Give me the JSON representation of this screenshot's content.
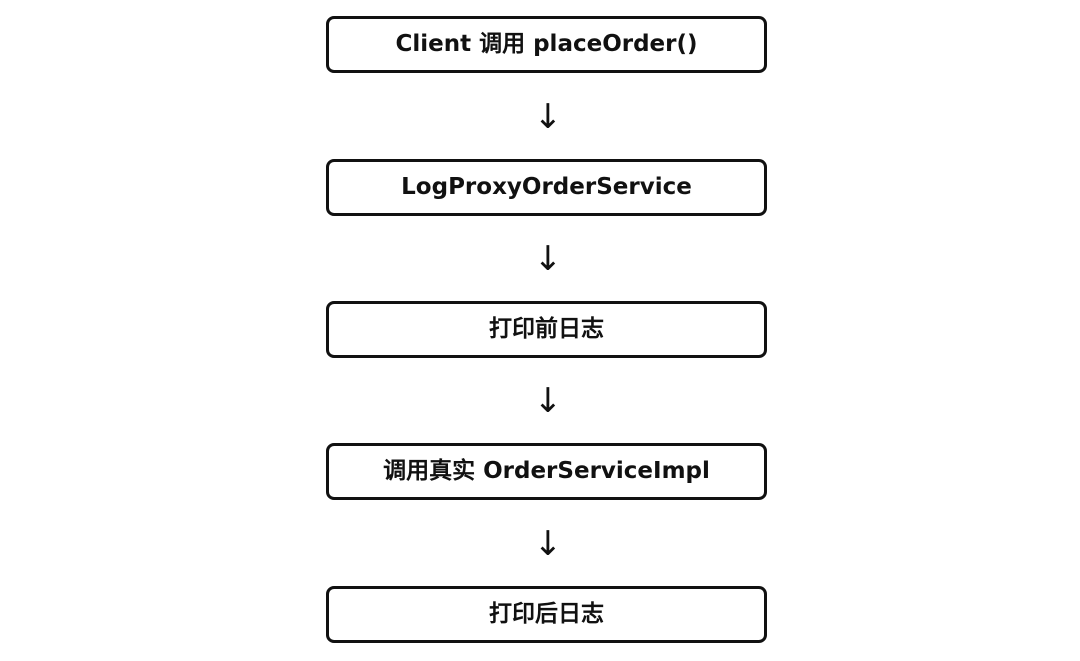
{
  "diagram": {
    "steps": [
      {
        "label": "Client 调用 placeOrder()"
      },
      {
        "label": "LogProxyOrderService"
      },
      {
        "label": "打印前日志"
      },
      {
        "label": "调用真实 OrderServiceImpl"
      },
      {
        "label": "打印后日志"
      }
    ],
    "connector": "↓"
  },
  "colors": {
    "stroke": "#111111",
    "background": "#ffffff",
    "text": "#111111"
  }
}
